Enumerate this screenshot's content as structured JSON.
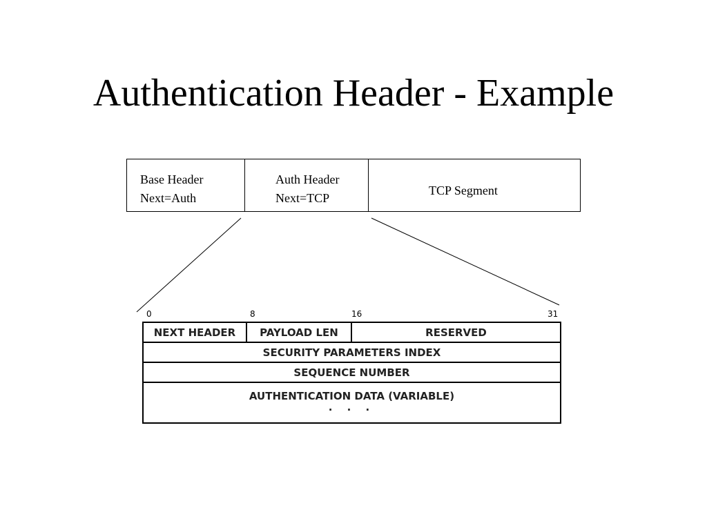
{
  "slide": {
    "title": "Authentication Header - Example"
  },
  "packet": {
    "base_header": {
      "line1": "Base Header",
      "line2": "Next=Auth"
    },
    "auth_header": {
      "line1": "Auth Header",
      "line2": "Next=TCP"
    },
    "tcp_segment": {
      "label": "TCP Segment"
    }
  },
  "ah_format": {
    "bit_positions": [
      "0",
      "8",
      "16",
      "31"
    ],
    "rows": {
      "next_header": "NEXT HEADER",
      "payload_len": "PAYLOAD LEN",
      "reserved": "RESERVED",
      "spi": "SECURITY PARAMETERS INDEX",
      "sequence_number": "SEQUENCE NUMBER",
      "auth_data": "AUTHENTICATION DATA (VARIABLE)",
      "auth_data_continuation": ". . ."
    }
  }
}
